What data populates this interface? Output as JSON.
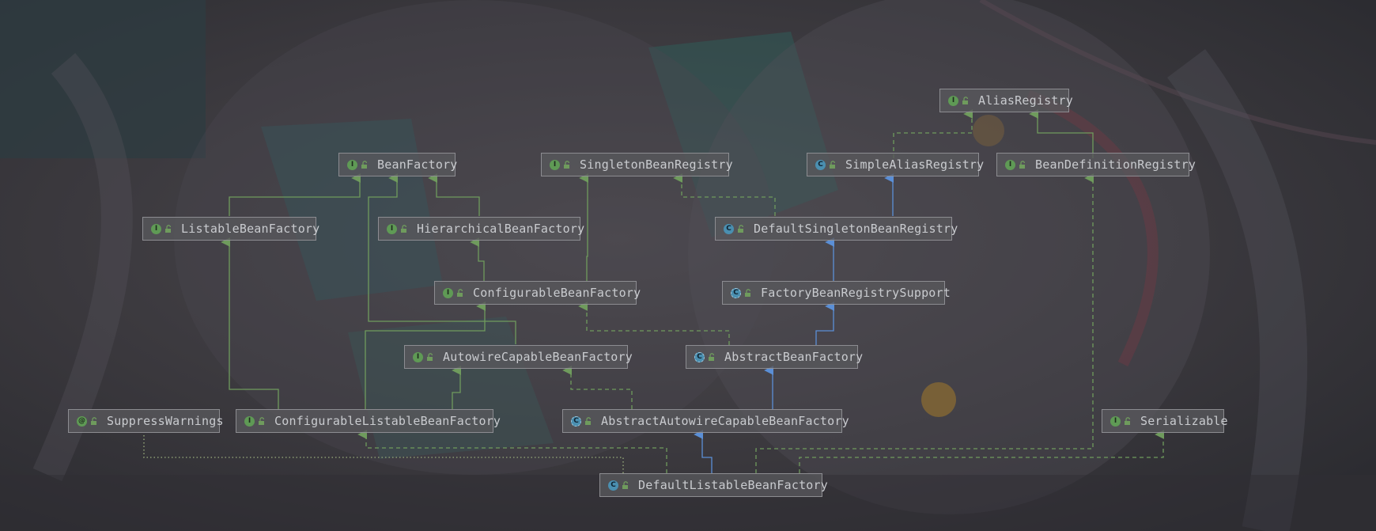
{
  "diagram": {
    "nodes": [
      {
        "id": "alias_registry",
        "label": "AliasRegistry",
        "kind": "interface",
        "kind_letter": "I"
      },
      {
        "id": "bean_factory",
        "label": "BeanFactory",
        "kind": "interface",
        "kind_letter": "I"
      },
      {
        "id": "singleton_bean_registry",
        "label": "SingletonBeanRegistry",
        "kind": "interface",
        "kind_letter": "I"
      },
      {
        "id": "simple_alias_registry",
        "label": "SimpleAliasRegistry",
        "kind": "class",
        "kind_letter": "C"
      },
      {
        "id": "bean_definition_registry",
        "label": "BeanDefinitionRegistry",
        "kind": "interface",
        "kind_letter": "I"
      },
      {
        "id": "listable_bean_factory",
        "label": "ListableBeanFactory",
        "kind": "interface",
        "kind_letter": "I"
      },
      {
        "id": "hierarchical_bean_factory",
        "label": "HierarchicalBeanFactory",
        "kind": "interface",
        "kind_letter": "I"
      },
      {
        "id": "default_singleton_bean_registry",
        "label": "DefaultSingletonBeanRegistry",
        "kind": "class",
        "kind_letter": "C"
      },
      {
        "id": "configurable_bean_factory",
        "label": "ConfigurableBeanFactory",
        "kind": "interface",
        "kind_letter": "I"
      },
      {
        "id": "factory_bean_registry_support",
        "label": "FactoryBeanRegistrySupport",
        "kind": "abstract",
        "kind_letter": "C"
      },
      {
        "id": "autowire_capable_bean_factory",
        "label": "AutowireCapableBeanFactory",
        "kind": "interface",
        "kind_letter": "I"
      },
      {
        "id": "abstract_bean_factory",
        "label": "AbstractBeanFactory",
        "kind": "abstract",
        "kind_letter": "C"
      },
      {
        "id": "suppress_warnings",
        "label": "SuppressWarnings",
        "kind": "annotation",
        "kind_letter": "@"
      },
      {
        "id": "configurable_listable_bean_factory",
        "label": "ConfigurableListableBeanFactory",
        "kind": "interface",
        "kind_letter": "I"
      },
      {
        "id": "abstract_autowire_capable_bean_factory",
        "label": "AbstractAutowireCapableBeanFactory",
        "kind": "abstract",
        "kind_letter": "C"
      },
      {
        "id": "serializable",
        "label": "Serializable",
        "kind": "interface",
        "kind_letter": "I"
      },
      {
        "id": "default_listable_bean_factory",
        "label": "DefaultListableBeanFactory",
        "kind": "class",
        "kind_letter": "C"
      }
    ],
    "edges": [
      {
        "from": "listable_bean_factory",
        "to": "bean_factory",
        "type": "extends-interface"
      },
      {
        "from": "hierarchical_bean_factory",
        "to": "bean_factory",
        "type": "extends-interface"
      },
      {
        "from": "autowire_capable_bean_factory",
        "to": "bean_factory",
        "type": "extends-interface"
      },
      {
        "from": "configurable_bean_factory",
        "to": "hierarchical_bean_factory",
        "type": "extends-interface"
      },
      {
        "from": "configurable_bean_factory",
        "to": "singleton_bean_registry",
        "type": "extends-interface"
      },
      {
        "from": "configurable_listable_bean_factory",
        "to": "listable_bean_factory",
        "type": "extends-interface"
      },
      {
        "from": "configurable_listable_bean_factory",
        "to": "autowire_capable_bean_factory",
        "type": "extends-interface"
      },
      {
        "from": "configurable_listable_bean_factory",
        "to": "configurable_bean_factory",
        "type": "extends-interface"
      },
      {
        "from": "bean_definition_registry",
        "to": "alias_registry",
        "type": "extends-interface"
      },
      {
        "from": "simple_alias_registry",
        "to": "alias_registry",
        "type": "implements"
      },
      {
        "from": "default_singleton_bean_registry",
        "to": "simple_alias_registry",
        "type": "extends-class"
      },
      {
        "from": "default_singleton_bean_registry",
        "to": "singleton_bean_registry",
        "type": "implements"
      },
      {
        "from": "factory_bean_registry_support",
        "to": "default_singleton_bean_registry",
        "type": "extends-class"
      },
      {
        "from": "abstract_bean_factory",
        "to": "factory_bean_registry_support",
        "type": "extends-class"
      },
      {
        "from": "abstract_bean_factory",
        "to": "configurable_bean_factory",
        "type": "implements"
      },
      {
        "from": "abstract_autowire_capable_bean_factory",
        "to": "abstract_bean_factory",
        "type": "extends-class"
      },
      {
        "from": "abstract_autowire_capable_bean_factory",
        "to": "autowire_capable_bean_factory",
        "type": "implements"
      },
      {
        "from": "default_listable_bean_factory",
        "to": "abstract_autowire_capable_bean_factory",
        "type": "extends-class"
      },
      {
        "from": "default_listable_bean_factory",
        "to": "configurable_listable_bean_factory",
        "type": "implements"
      },
      {
        "from": "default_listable_bean_factory",
        "to": "bean_definition_registry",
        "type": "implements"
      },
      {
        "from": "default_listable_bean_factory",
        "to": "serializable",
        "type": "implements"
      },
      {
        "from": "default_listable_bean_factory",
        "to": "suppress_warnings",
        "type": "annotated-with"
      }
    ],
    "colors": {
      "extends_interface": "#6f9b5d",
      "implements": "#6f9b5d",
      "extends_class": "#5b8fd6",
      "annotated_with": "#8a9a72",
      "node_fill": "#58585c",
      "node_border": "#96969b",
      "node_text": "#c9cbcf"
    }
  }
}
